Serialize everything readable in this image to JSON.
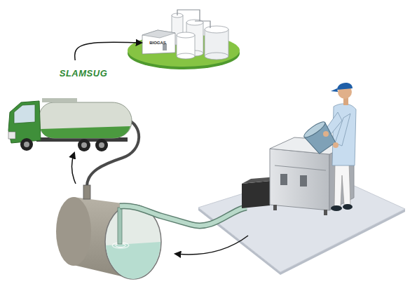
{
  "diagram": {
    "nodes": [
      {
        "text": [
          "SLAMSUG"
        ]
      },
      {
        "text": [
          "BIOGAS"
        ]
      }
    ],
    "edges": [
      {
        "from": 0,
        "to": 1,
        "arrow": "to"
      }
    ]
  }
}
